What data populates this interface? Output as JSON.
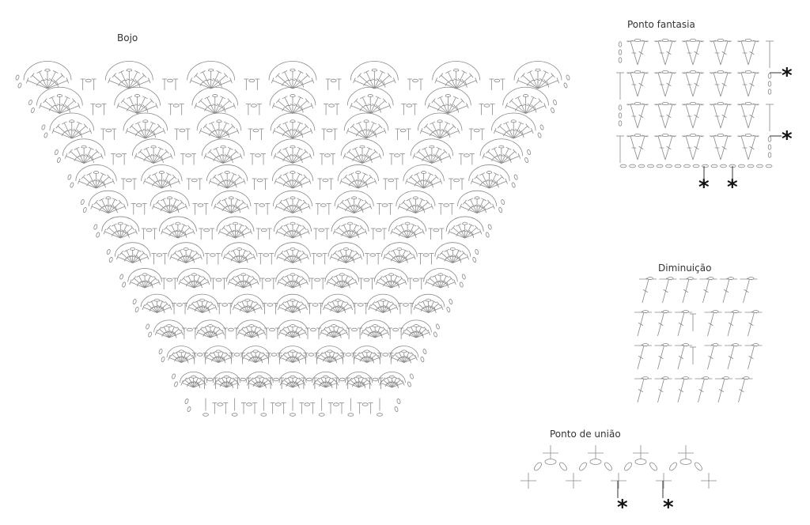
{
  "diagrams": {
    "bojo": {
      "title": "Bojo",
      "rows": 14,
      "fans_per_row": 7
    },
    "ponto_fantasia": {
      "title": "Ponto fantasia",
      "rows": 4,
      "clusters_per_row": 5
    },
    "diminuicao": {
      "title": "Diminuição",
      "rows": 4,
      "clusters_per_row": 6
    },
    "ponto_de_uniao": {
      "title": "Ponto de união",
      "arcs": 4
    }
  },
  "marker_symbol": "*",
  "colors": {
    "stitch": "#8a8a8a",
    "marker": "#111111",
    "label": "#333333"
  }
}
